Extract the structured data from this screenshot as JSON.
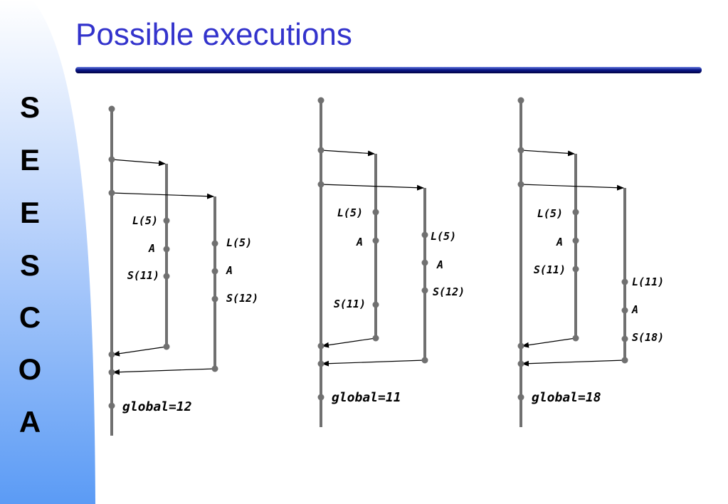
{
  "slide": {
    "title": "Possible executions",
    "sidebar_letters": [
      "S",
      "E",
      "E",
      "S",
      "C",
      "O",
      "A"
    ]
  },
  "colors": {
    "title": "#3333cc",
    "timeline": "#707070",
    "sidebar_gradient_top": "#ffffff",
    "sidebar_gradient_bottom": "#5b9bf5"
  },
  "diagram": {
    "executions": [
      {
        "threads": [
          {
            "events": [
              "L(5)",
              "A",
              "S(11)"
            ]
          },
          {
            "events": [
              "L(5)",
              "A",
              "S(12)"
            ]
          }
        ],
        "result": "global=12"
      },
      {
        "threads": [
          {
            "events": [
              "L(5)",
              "A",
              "S(11)"
            ]
          },
          {
            "events": [
              "L(5)",
              "A",
              "S(12)"
            ]
          }
        ],
        "result": "global=11"
      },
      {
        "threads": [
          {
            "events": [
              "L(5)",
              "A",
              "S(11)"
            ]
          },
          {
            "events": [
              "L(11)",
              "A",
              "S(18)"
            ]
          }
        ],
        "result": "global=18"
      }
    ]
  }
}
